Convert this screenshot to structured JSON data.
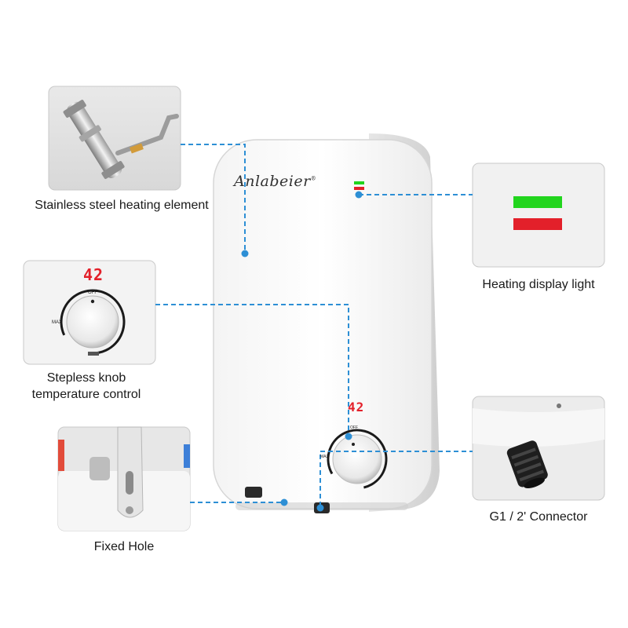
{
  "product": {
    "brand": "Anlabeier",
    "trademark": "®",
    "display_value": "42",
    "knob_off_label": "OFF",
    "knob_max_label": "MAX"
  },
  "callouts": [
    {
      "id": "heating-element",
      "caption_lines": [
        "Stainless steel heating element"
      ]
    },
    {
      "id": "display-light",
      "caption_lines": [
        "Heating display light"
      ]
    },
    {
      "id": "knob",
      "caption_lines": [
        "Stepless knob",
        "temperature control"
      ]
    },
    {
      "id": "connector",
      "caption_lines": [
        "G1 / 2' Connector"
      ]
    },
    {
      "id": "fixed-hole",
      "caption_lines": [
        "Fixed Hole"
      ]
    }
  ],
  "colors": {
    "leader_line": "#2d8fd5",
    "indicator_green": "#22d51e",
    "indicator_red": "#e3202a",
    "led_digits": "#e3202a"
  }
}
